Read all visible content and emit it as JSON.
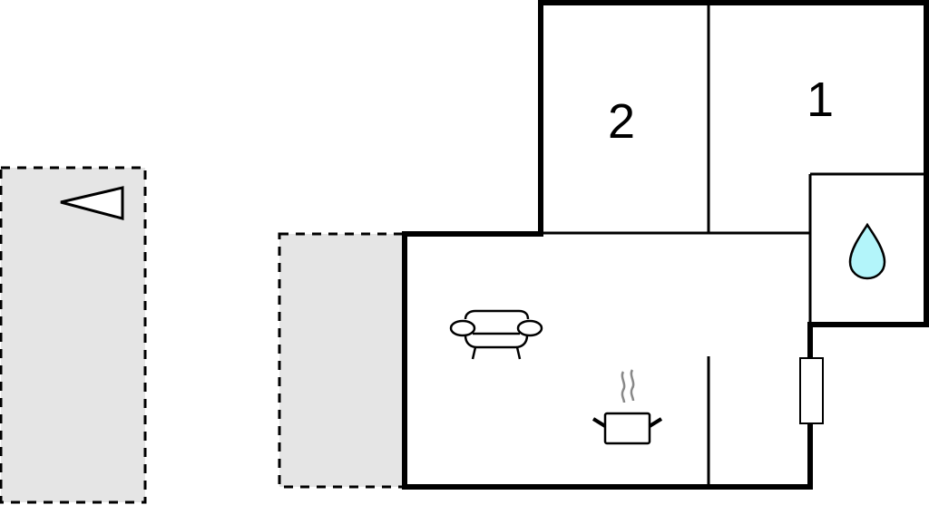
{
  "floorplan": {
    "type": "floor-plan",
    "rooms": [
      {
        "id": "bedroom-2",
        "label": "2"
      },
      {
        "id": "bedroom-1",
        "label": "1"
      },
      {
        "id": "bathroom",
        "icon": "water-drop-icon"
      },
      {
        "id": "living-kitchen",
        "icons": [
          "sofa-icon",
          "cooking-pot-icon"
        ]
      }
    ],
    "outdoor_areas": [
      {
        "id": "terrace-left",
        "icon": "triangle-marker-icon",
        "fill": "#e5e5e5"
      },
      {
        "id": "terrace-entry",
        "fill": "#e5e5e5"
      }
    ],
    "colors": {
      "wall": "#000000",
      "outdoor_fill": "#e5e5e5",
      "water": "#b3f5fa",
      "steam": "#888888"
    }
  }
}
